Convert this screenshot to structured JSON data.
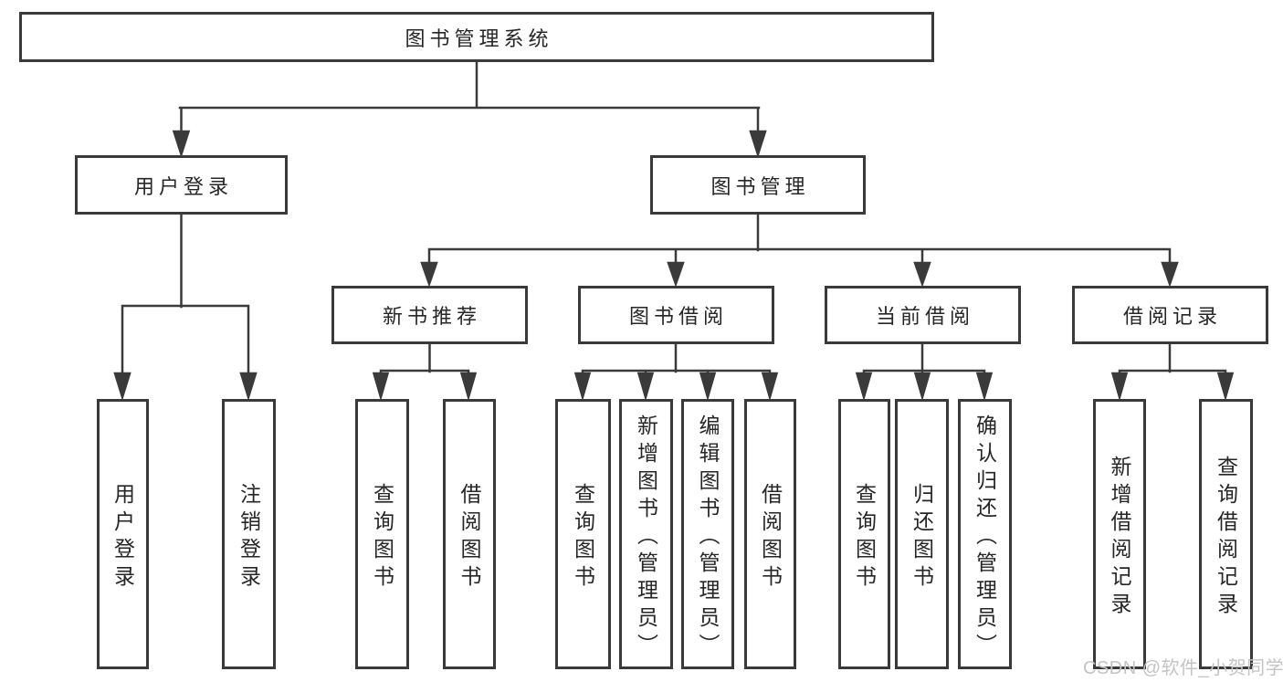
{
  "tree": {
    "root": {
      "label": "图书管理系统"
    },
    "children": [
      {
        "label": "用户登录",
        "children": [
          {
            "label": "用户登录"
          },
          {
            "label": "注销登录"
          }
        ]
      },
      {
        "label": "图书管理",
        "children": [
          {
            "label": "新书推荐",
            "children": [
              {
                "label": "查询图书"
              },
              {
                "label": "借阅图书"
              }
            ]
          },
          {
            "label": "图书借阅",
            "children": [
              {
                "label": "查询图书"
              },
              {
                "label": "新增图书（管理员）"
              },
              {
                "label": "编辑图书（管理员）"
              },
              {
                "label": "借阅图书"
              }
            ]
          },
          {
            "label": "当前借阅",
            "children": [
              {
                "label": "查询图书"
              },
              {
                "label": "归还图书"
              },
              {
                "label": "确认归还（管理员）"
              }
            ]
          },
          {
            "label": "借阅记录",
            "children": [
              {
                "label": "新增借阅记录"
              },
              {
                "label": "查询借阅记录"
              }
            ]
          }
        ]
      }
    ]
  },
  "watermark": {
    "text": "CSDN @软件_小贺同学"
  },
  "colors": {
    "line": "#3a3a3a",
    "text": "#262626",
    "watermark": "#c4c4c4",
    "background": "#ffffff"
  }
}
